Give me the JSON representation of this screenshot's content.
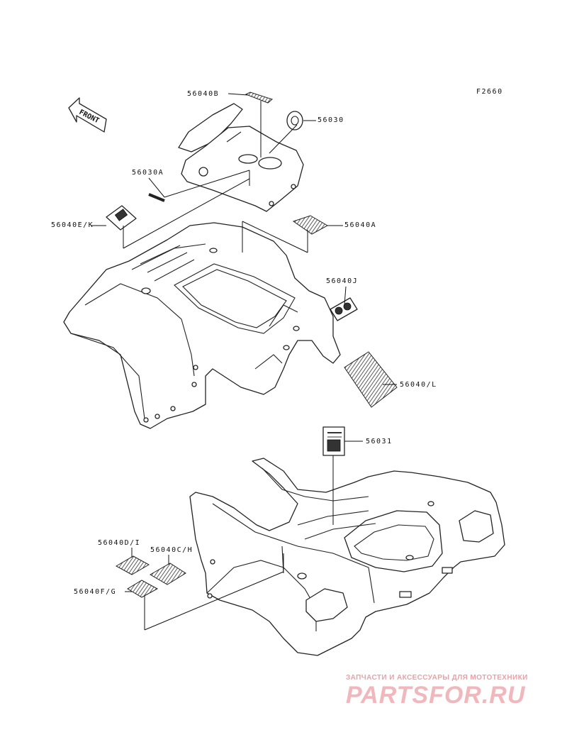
{
  "figure_code": "F2660",
  "front_arrow": "FRONT",
  "parts": {
    "p56040B": "56040B",
    "p56030": "56030",
    "p56030A": "56030A",
    "p56040EK": "56040E/K",
    "p56040A": "56040A",
    "p56040J": "56040J",
    "p56040L": "56040/L",
    "p56031": "56031",
    "p56040DI": "56040D/I",
    "p56040CH": "56040C/H",
    "p56040FG": "56040F/G"
  },
  "watermark": {
    "tagline": "ЗАПЧАСТИ И АКСЕССУАРЫ ДЛЯ МОТОТЕХНИКИ",
    "brand": "PARTSFOR.RU"
  }
}
